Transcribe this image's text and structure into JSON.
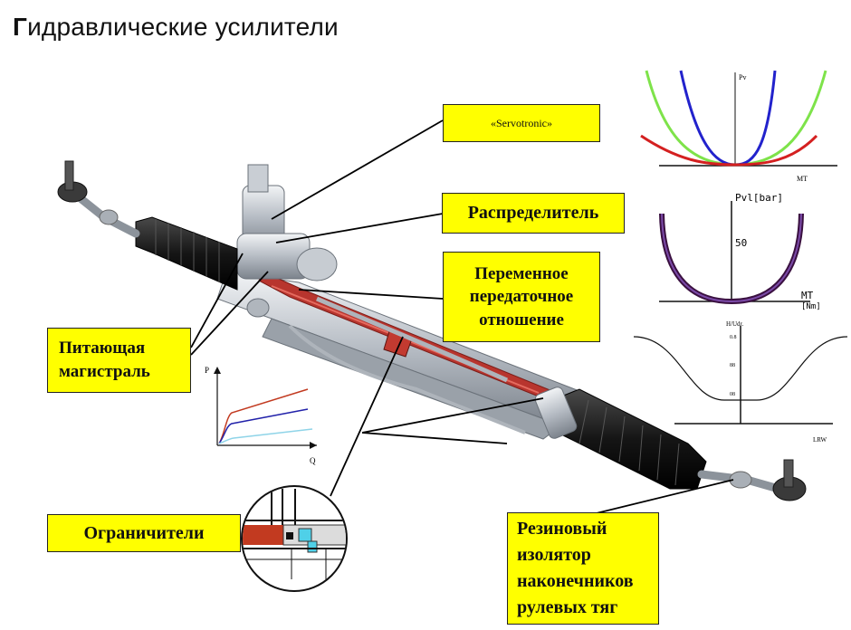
{
  "title": {
    "first_letter": "Г",
    "rest": "идравлические усилители"
  },
  "labels": {
    "servotronic": "«Servotronic»",
    "raspredelitel": "Распределитель",
    "peremennoe": [
      "Переменное",
      "передаточное",
      "отношение"
    ],
    "pitayushchaya": [
      "Питающая",
      "магистраль"
    ],
    "ogranichiteli": "Ограничители",
    "rezinovy": [
      "Резиновый",
      "изолятор",
      "наконечников",
      "рулевых тяг"
    ]
  },
  "graphs": {
    "top": {
      "ylabel": "Pv",
      "xlabel": "MT"
    },
    "mid": {
      "ylabel": "Pvl[bar]",
      "tick": "50",
      "xlabel": [
        "MT",
        "[Nm]"
      ]
    },
    "right": {
      "ylabel": "H/Udr.",
      "ticks": [
        "0.8",
        "88",
        "08"
      ],
      "xlabel": "LRW"
    },
    "pq": {
      "ylabel": "P",
      "xlabel": "Q"
    }
  },
  "colors": {
    "label_bg": "#ffff00",
    "red": "#d42020",
    "green": "#7ee34a",
    "blue": "#2222cc",
    "purple": "#3a1040"
  }
}
